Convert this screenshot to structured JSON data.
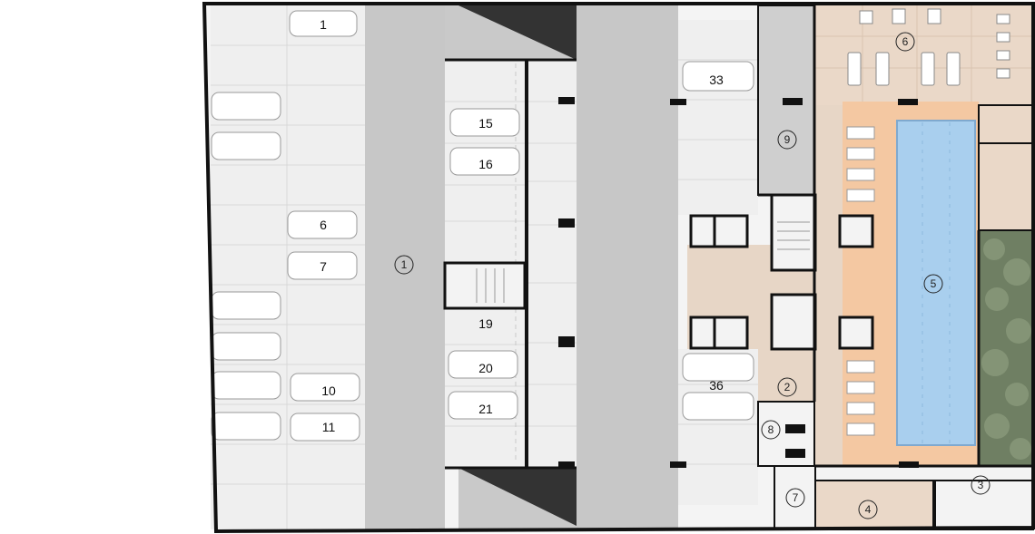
{
  "spot_labels": [
    "1",
    "6",
    "7",
    "10",
    "11",
    "15",
    "16",
    "19",
    "20",
    "21",
    "33",
    "36"
  ],
  "zone_markers": [
    "1",
    "2",
    "3",
    "4",
    "5",
    "6",
    "7",
    "8",
    "9"
  ],
  "colors": {
    "drive_aisle": "#c7c7c7",
    "parking_bay": "#f1f1f1",
    "amenity_floor": "#e9d8c8",
    "pool_deck": "#f3c9a3",
    "pool_water": "#a9cfee",
    "garden": "#6f7f63",
    "walls": "#111111"
  }
}
